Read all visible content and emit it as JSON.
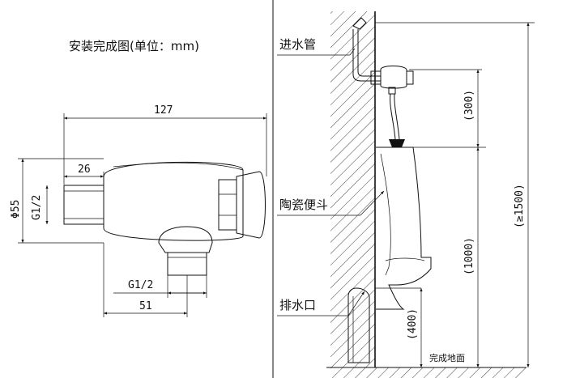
{
  "title": "安装完成图(单位：mm)",
  "left_dims": {
    "total_length": "127",
    "thread_length": "26",
    "diameter": "Φ55",
    "thread_top": "G1/2",
    "thread_bottom": "G1/2",
    "outlet_offset": "51"
  },
  "right_labels": {
    "inlet_pipe": "进水管",
    "urinal": "陶瓷便斗",
    "drain": "排水口",
    "floor": "完成地面"
  },
  "right_dims": {
    "valve_height": "(300)",
    "urinal_height": "(1000)",
    "total_height": "(≥1500)",
    "drain_height": "(400)"
  }
}
